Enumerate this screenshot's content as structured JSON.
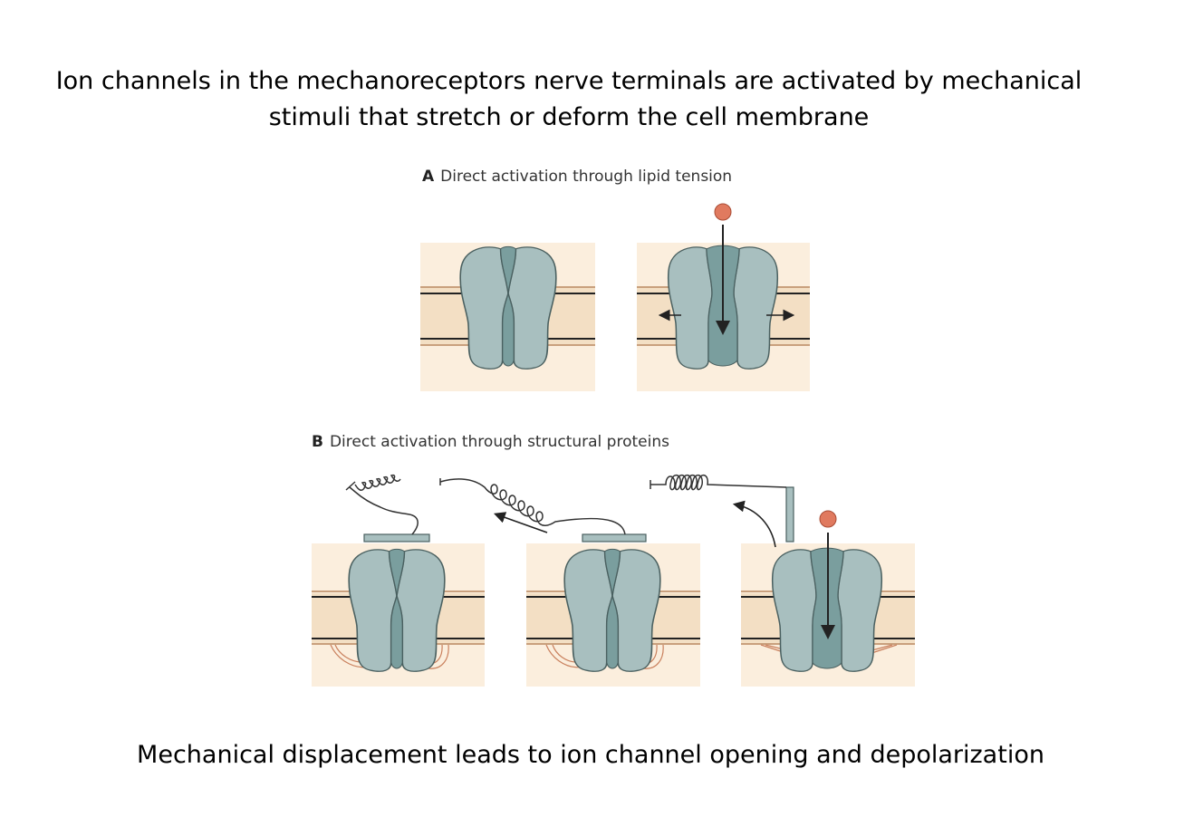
{
  "title": {
    "line1": "Ion channels in the mechanoreceptors nerve terminals are activated by mechanical",
    "line2": "stimuli that stretch or deform the cell membrane"
  },
  "panel_a": {
    "letter": "A",
    "label": "Direct activation through lipid tension"
  },
  "panel_b": {
    "letter": "B",
    "label": "Direct activation through structural proteins"
  },
  "caption": "Mechanical displacement leads to ion channel opening and depolarization",
  "colors": {
    "channel": "#a8bfbf",
    "pore": "#7a9e9e",
    "membrane": "#f3dfc4",
    "lipid_line": "#c9a07d",
    "ion": "#e07a5f",
    "background_tint": "#fbeedd"
  }
}
